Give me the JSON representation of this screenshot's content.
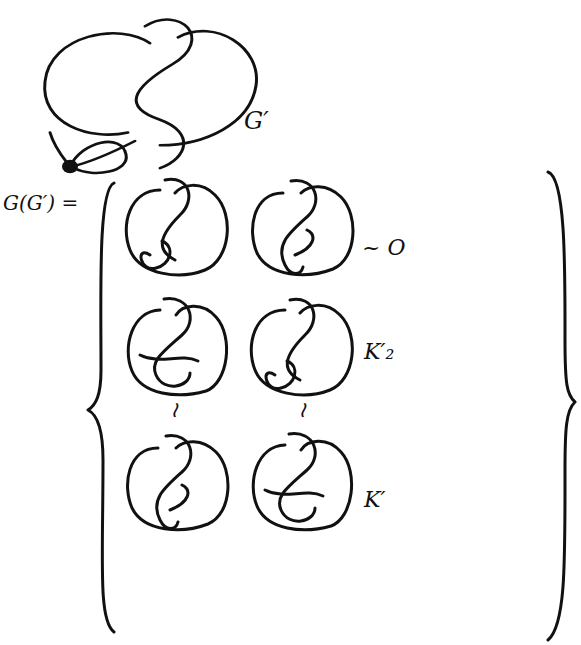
{
  "diagram": {
    "labels": [
      "G′",
      "G(G′) =",
      "~ O",
      "K′₂",
      "≀",
      "≀",
      "K′"
    ]
  }
}
